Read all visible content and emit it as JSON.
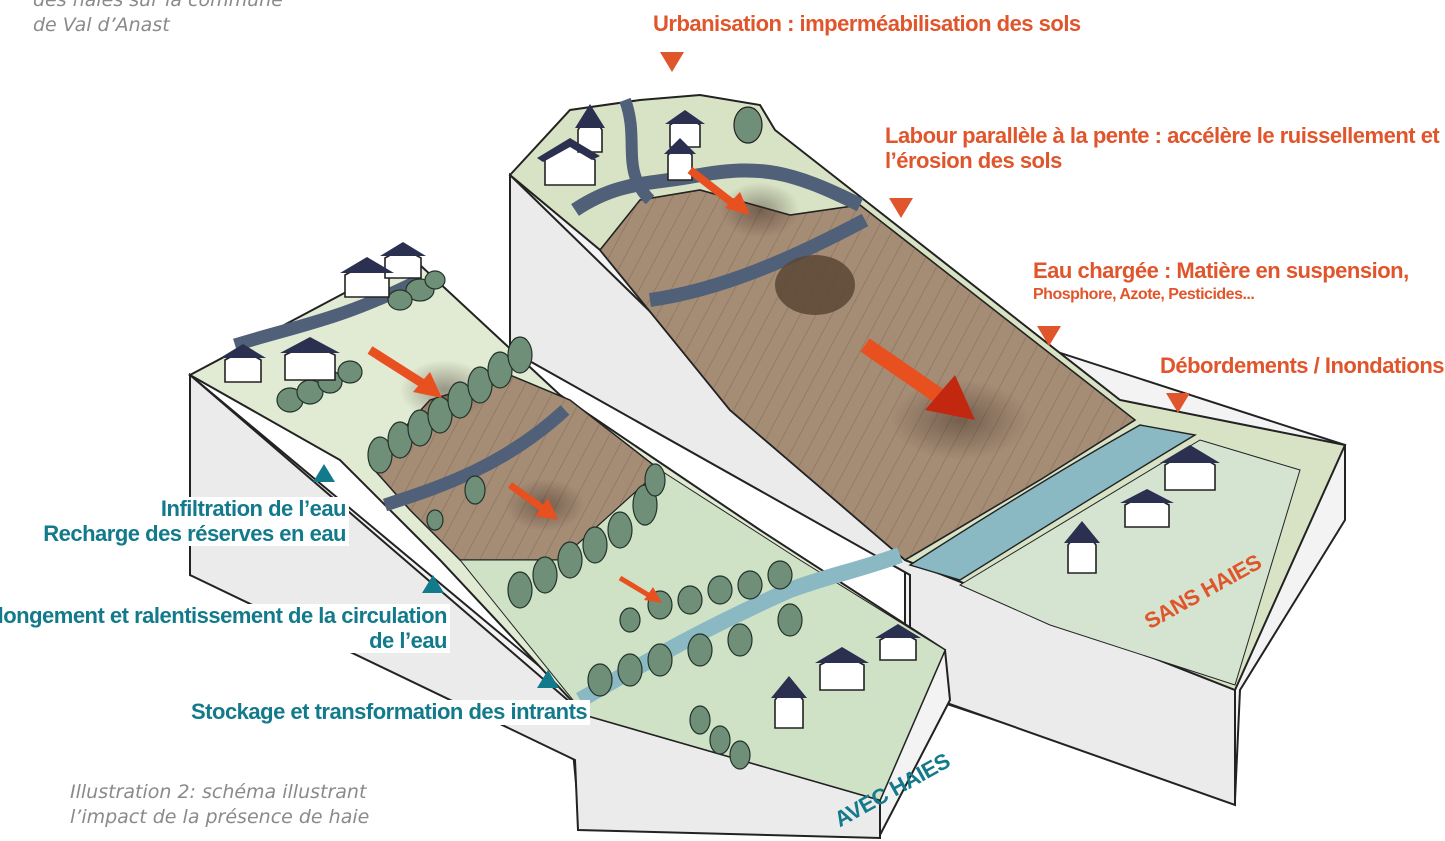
{
  "caption_top": [
    "des haies sur la commune",
    "de Val d’Anast"
  ],
  "caption_bottom": [
    "Illustration 2:  schéma illustrant",
    "l’impact de la présence de haie"
  ],
  "sans_haies": {
    "label": "SANS HAIES",
    "annotations": [
      {
        "id": "urbanisation",
        "lines": [
          "Urbanisation : imperméabilisation des sols"
        ]
      },
      {
        "id": "labour",
        "lines": [
          "Labour parallèle à la pente : accélère le ruissellement et",
          "l’érosion des sols"
        ]
      },
      {
        "id": "eau-chargee",
        "lines": [
          "Eau chargée : Matière en suspension,"
        ],
        "sub": "Phosphore, Azote, Pesticides..."
      },
      {
        "id": "debordements",
        "lines": [
          "Débordements / Inondations"
        ]
      }
    ]
  },
  "avec_haies": {
    "label": "AVEC HAIES",
    "annotations": [
      {
        "id": "infiltration",
        "lines": [
          "Infiltration de l’eau",
          "Recharge des réserves en eau"
        ]
      },
      {
        "id": "allongement",
        "lines": [
          "Allongement et ralentissement de la circulation",
          "de l’eau"
        ]
      },
      {
        "id": "stockage",
        "lines": [
          "Stockage et transformation des intrants"
        ]
      }
    ]
  },
  "colors": {
    "orange": "#e0552b",
    "teal": "#137a8c",
    "field_green": "#dfe8cf",
    "plowed": "#a58c75",
    "river": "#4f6078",
    "block_side": "#f1f1f1",
    "tree": "#6f8f79"
  }
}
